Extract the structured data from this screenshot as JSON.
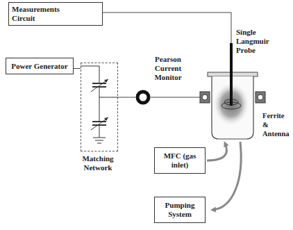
{
  "diagram": {
    "nodes": [
      {
        "text": [
          "Measurements Circuit"
        ]
      },
      {
        "text": [
          "Power Generator"
        ]
      },
      {
        "text": [
          "Matching Network"
        ]
      },
      {
        "text": [
          "Pearson Current Monitor"
        ]
      },
      {
        "text": [
          "MFC (gas inlet)"
        ]
      },
      {
        "text": [
          "Pumping System"
        ]
      }
    ],
    "edges": [
      {
        "from": 1,
        "to": 2,
        "arrow": "none"
      },
      {
        "from": 2,
        "to": 3,
        "arrow": "none"
      }
    ],
    "labels": [
      "Single Langmuir Probe",
      "Ferrite & Antenna"
    ]
  }
}
